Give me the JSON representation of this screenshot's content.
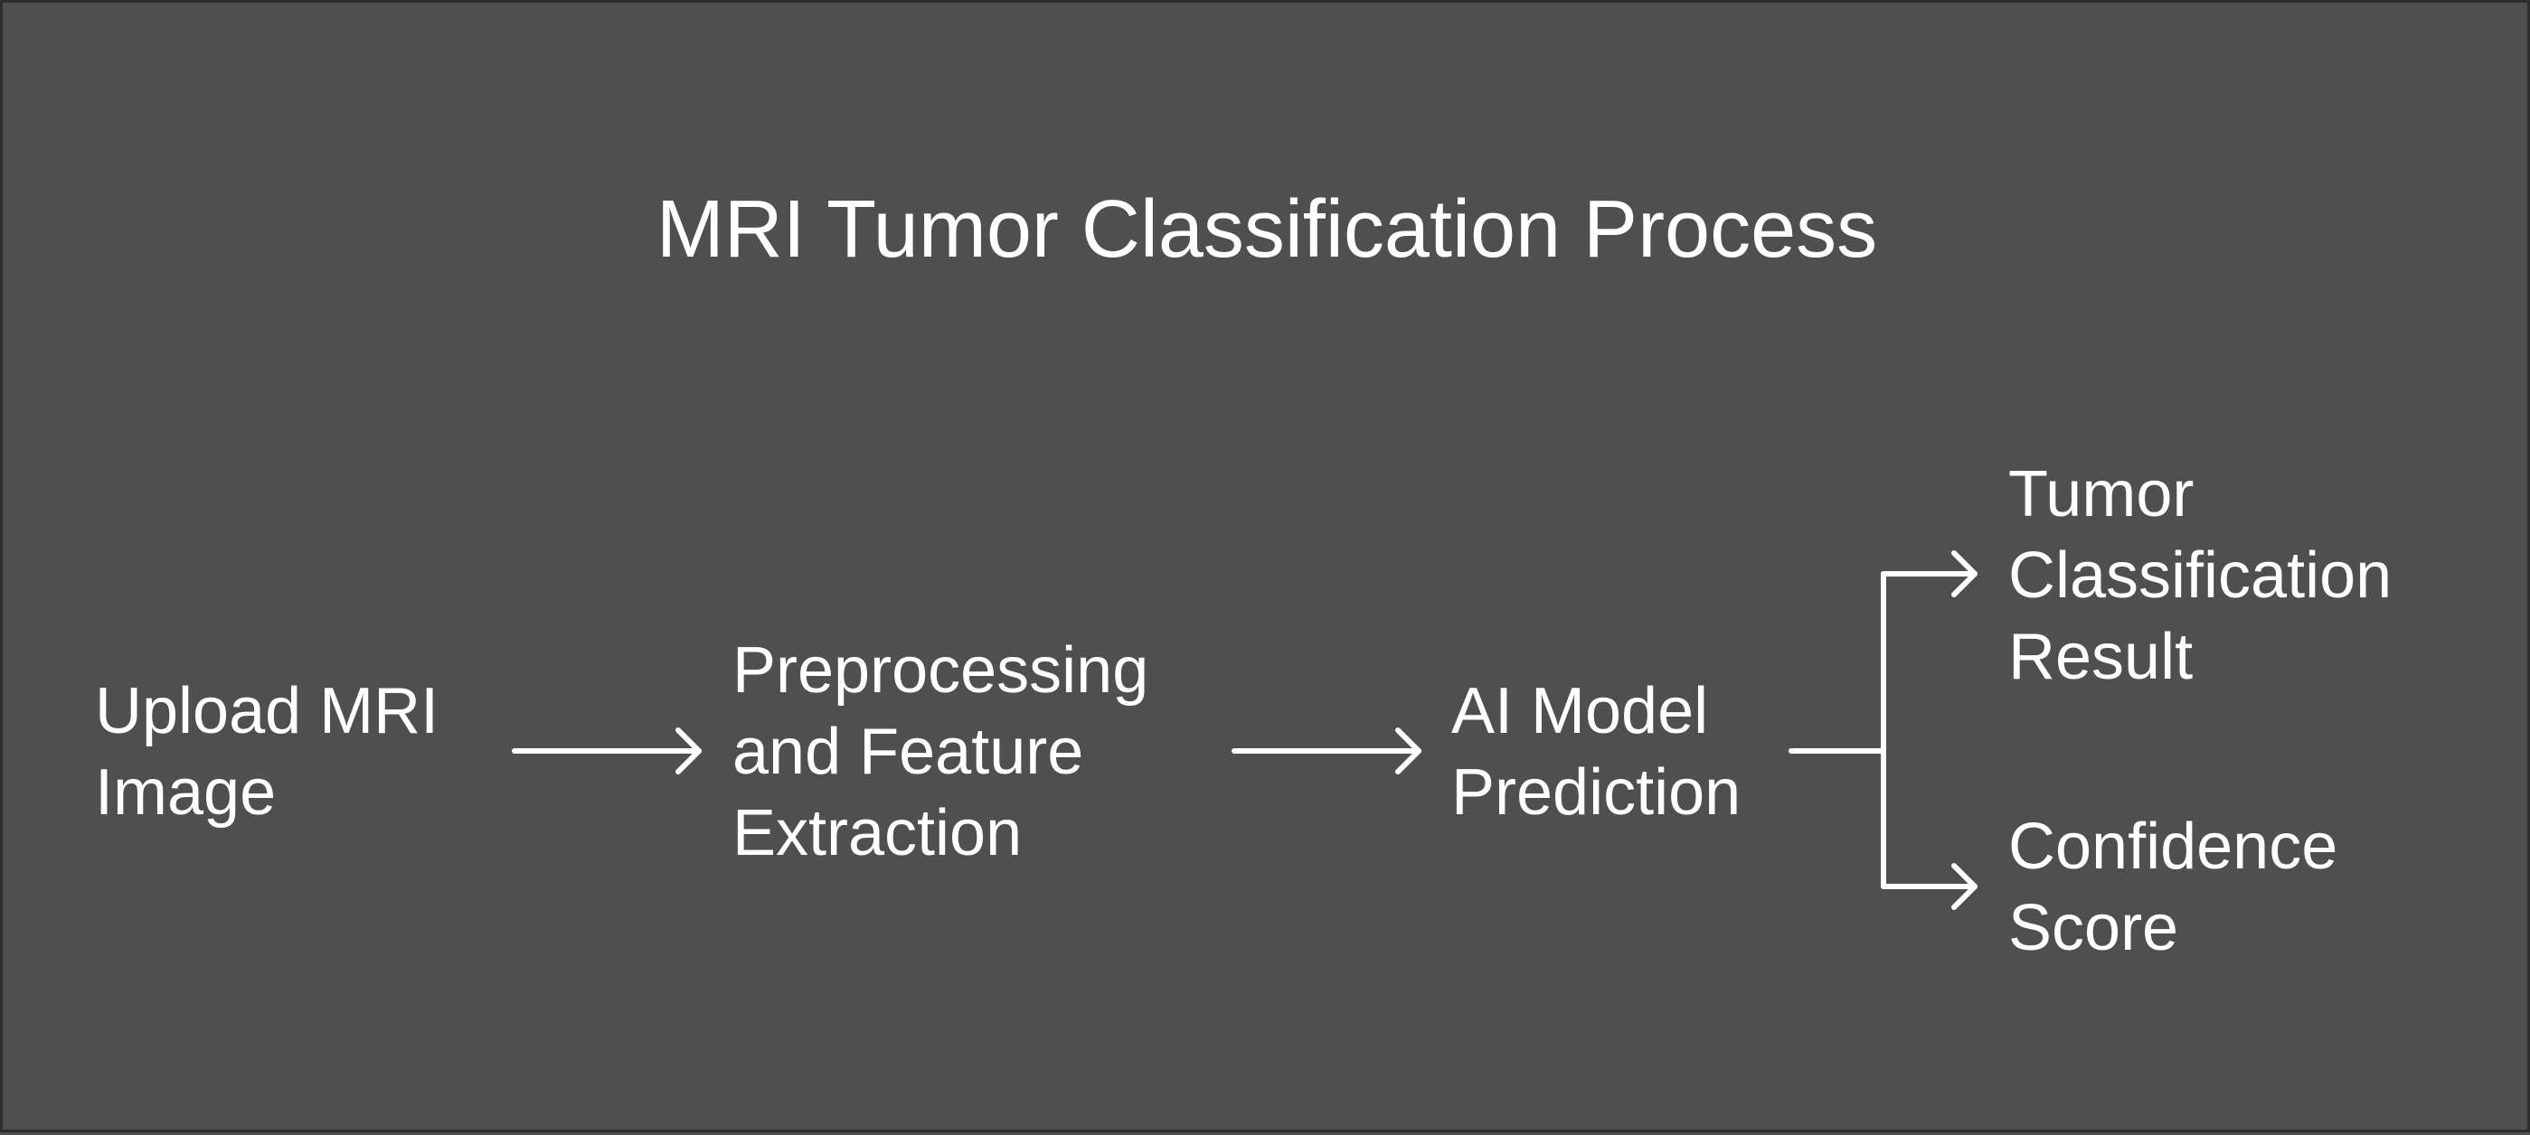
{
  "diagram": {
    "title": "MRI Tumor Classification Process",
    "steps": [
      {
        "lines": [
          "Upload MRI",
          "Image"
        ]
      },
      {
        "lines": [
          "Preprocessing",
          "and Feature",
          "Extraction"
        ]
      },
      {
        "lines": [
          "AI Model",
          "Prediction"
        ]
      }
    ],
    "outputs": [
      {
        "lines": [
          "Tumor",
          "Classification",
          "Result"
        ]
      },
      {
        "lines": [
          "Confidence",
          "Score"
        ]
      }
    ],
    "colors": {
      "background": "#4f4f4f",
      "border": "#2e2e2e",
      "text": "#ffffff",
      "arrows": "#ffffff"
    }
  }
}
